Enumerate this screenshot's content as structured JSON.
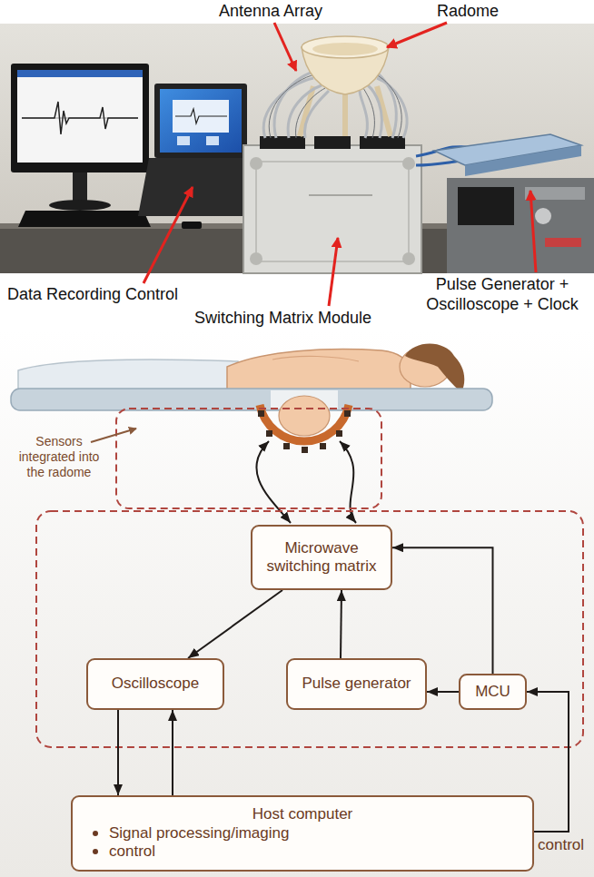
{
  "diagram": {
    "nodes": [
      {
        "text": [
          "Microwave switching matrix"
        ]
      },
      {
        "text": [
          "Oscilloscope"
        ]
      },
      {
        "text": [
          "Pulse generator"
        ]
      },
      {
        "text": [
          "MCU"
        ]
      },
      {
        "text": [
          "Host computer",
          "Signal processing/imaging",
          "control"
        ]
      }
    ],
    "edges": [
      {
        "from": 0,
        "to": 1,
        "arrow": "to"
      },
      {
        "from": 2,
        "to": 0,
        "arrow": "to"
      },
      {
        "from": 3,
        "to": 2,
        "arrow": "to"
      },
      {
        "from": 3,
        "to": 0,
        "arrow": "to"
      },
      {
        "from": 1,
        "to": 4,
        "arrow": "to"
      },
      {
        "from": 4,
        "to": 1,
        "arrow": "to"
      },
      {
        "from": 4,
        "to": 3,
        "arrow": "to",
        "label": "control"
      }
    ],
    "labels": [
      "Antenna Array",
      "Radome",
      "Data Recording Control",
      "Switching Matrix Module",
      "Pulse Generator + Oscilloscope + Clock",
      "Sensors integrated into the radome"
    ]
  }
}
